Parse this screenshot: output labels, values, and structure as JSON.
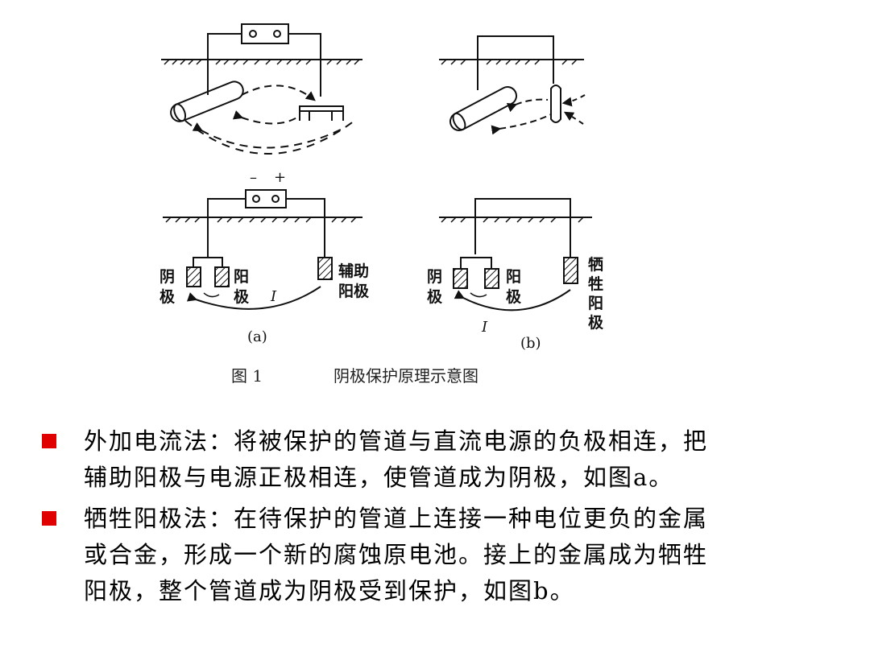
{
  "figure": {
    "sign_minus": "–",
    "sign_plus": "+",
    "panel_a": {
      "cathode_label": [
        "阴",
        "极"
      ],
      "anode_label": [
        "阳",
        "极"
      ],
      "aux_anode_label": [
        "辅助",
        "阳极"
      ],
      "current_label": "I",
      "panel_label": "(a)"
    },
    "panel_b": {
      "cathode_label": [
        "阴",
        "极"
      ],
      "anode_label": [
        "阳",
        "极"
      ],
      "sac_anode_label": [
        "牺",
        "牲",
        "阳",
        "极"
      ],
      "current_label": "I",
      "panel_label": "(b)"
    },
    "caption_number": "图 1",
    "caption_text": "阴极保护原理示意图"
  },
  "bullets": [
    {
      "lines": [
        "外加电流法：将被保护的管道与直流电源的负极相连，把",
        "辅助阳极与电源正极相连，使管道成为阴极，如图a。"
      ]
    },
    {
      "lines": [
        "牺牲阳极法：在待保护的管道上连接一种电位更负的金属",
        "或合金，形成一个新的腐蚀原电池。接上的金属成为牺牲",
        "阳极，整个管道成为阴极受到保护，如图b。"
      ]
    }
  ],
  "colors": {
    "bullet_marker": "#e10000",
    "ink": "#111111"
  }
}
